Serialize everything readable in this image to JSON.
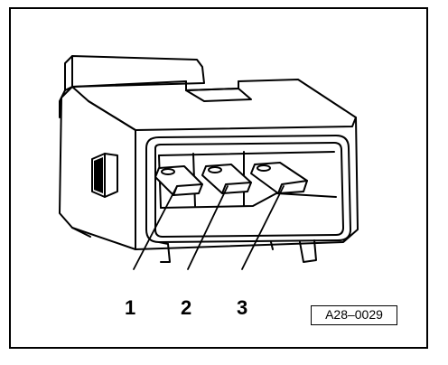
{
  "callouts": {
    "pin1": "1",
    "pin2": "2",
    "pin3": "3"
  },
  "figure_id": "A28–0029",
  "colors": {
    "ink": "#000000",
    "paper": "#ffffff"
  }
}
